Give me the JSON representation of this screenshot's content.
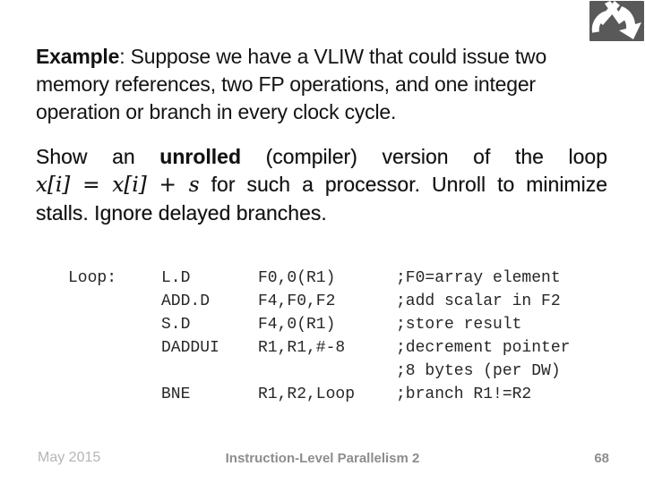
{
  "colors": {
    "background": "#ffffff",
    "body_text": "#131313",
    "code_text": "#272727",
    "footer_date": "#b5b5b5",
    "footer_gray": "#8d8d8d",
    "logo_bg": "#595959"
  },
  "paragraph1": {
    "line1_bold": "Example",
    "line1_rest": ": Suppose we have a VLIW that could issue two",
    "line2": "memory references, two FP operations, and one integer",
    "line3": "operation or branch in every clock cycle."
  },
  "paragraph2": {
    "line1_pre": "Show an ",
    "line1_bold": "unrolled",
    "line1_post": " (compiler) version of the loop",
    "line2_math": "x[i] = x[i] + s",
    "line2_rest": " for such a processor. Unroll to minimize",
    "line3": "stalls. Ignore delayed branches."
  },
  "code": {
    "rows": [
      {
        "label": "Loop:",
        "opcode": "L.D",
        "operands": "F0,0(R1)",
        "comment": ";F0=array element"
      },
      {
        "label": "",
        "opcode": "ADD.D",
        "operands": "F4,F0,F2",
        "comment": ";add scalar in F2"
      },
      {
        "label": "",
        "opcode": "S.D",
        "operands": "F4,0(R1)",
        "comment": ";store result"
      },
      {
        "label": "",
        "opcode": "DADDUI",
        "operands": "R1,R1,#-8",
        "comment": ";decrement pointer"
      },
      {
        "label": "",
        "opcode": "",
        "operands": "",
        "comment": ";8 bytes (per DW)"
      },
      {
        "label": "",
        "opcode": "BNE",
        "operands": "R1,R2,Loop",
        "comment": ";branch R1!=R2"
      }
    ]
  },
  "footer": {
    "date": "May 2015",
    "title": "Instruction-Level Parallelism 2",
    "page_number": "68"
  }
}
